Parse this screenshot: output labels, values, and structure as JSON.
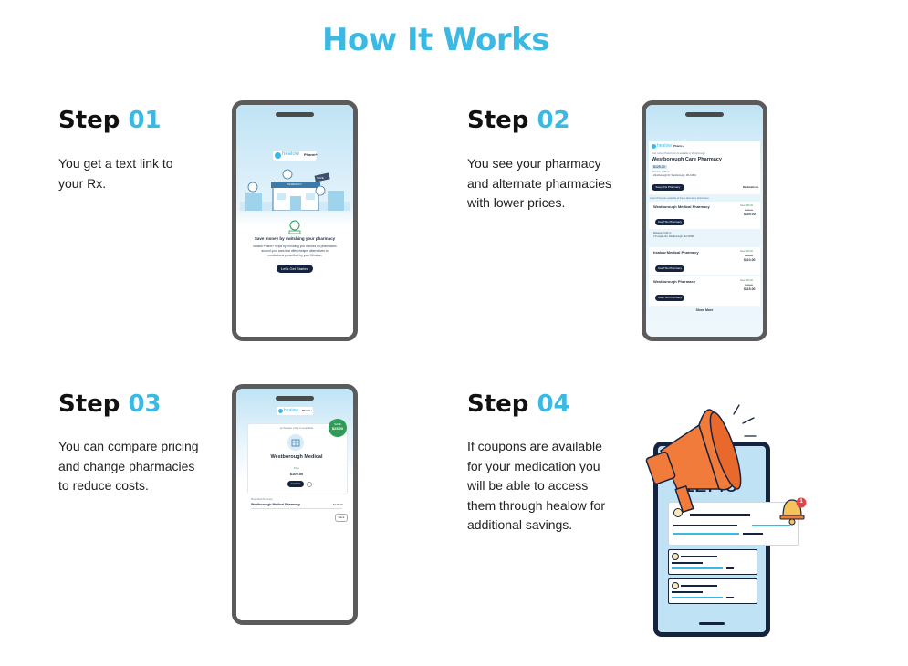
{
  "title": "How It Works",
  "steps": [
    {
      "word": "Step",
      "num": "01",
      "desc_lines": [
        "You get a text link to",
        "your Rx."
      ]
    },
    {
      "word": "Step",
      "num": "02",
      "desc_lines": [
        "You see your pharmacy",
        "and alternate pharmacies",
        "with lower prices."
      ]
    },
    {
      "word": "Step",
      "num": "03",
      "desc_lines": [
        "You can compare pricing",
        "and change pharmacies",
        "to reduce costs."
      ]
    },
    {
      "word": "Step",
      "num": "04",
      "desc_lines": [
        "If coupons are available",
        "for your medication you",
        "will be able to access",
        "them through healow for",
        "additional savings."
      ]
    }
  ],
  "phone1": {
    "brand": "healow",
    "brand_tag": "Pharm+",
    "sign": "PHARMACY",
    "save_tag": "SAVE",
    "headline": "Save money by switching your pharmacy",
    "body_lines": [
      "healow Pharm+ helps by providing you choices on pharmacies",
      "around your area that offer cheaper alternatives to",
      "medications prescribed by your Clinician"
    ],
    "cta": "Let's Get Started"
  },
  "phone2": {
    "brand": "healow",
    "brand_tag": "Pharm+",
    "caption": "Your current Prescription is available in Westborough",
    "current_name": "Westborough Care Pharmacy",
    "current_price": "$125.00",
    "current_addr_lines": [
      "Distance: 2.00 mi",
      "1 Westborough Dr, Westborough, MA 01581"
    ],
    "keep_button": "Keep this Pharmacy",
    "more_link": "Medications",
    "alt_caption": "Lower Prices are available at these alternative pharmacies",
    "alts": [
      {
        "name": "Westborough Medical Pharmacy",
        "save": "Save $25.00",
        "old": "$125.00",
        "price": "$100.00",
        "button": "Use This Pharmacy",
        "addr_lines": [
          "Distance: 3.00 mi",
          "2 Turnpike Rd, Westborough, MA 01581"
        ]
      },
      {
        "name": "healow Medical Pharmacy",
        "save": "Save $15.00",
        "old": "$125.00",
        "price": "$110.00",
        "button": "Use This Pharmacy"
      },
      {
        "name": "Westborough Pharmacy",
        "save": "Save $10.00",
        "old": "$125.00",
        "price": "$115.00",
        "button": "Use This Pharmacy"
      }
    ],
    "show_more": "Show More"
  },
  "phone3": {
    "brand": "healow",
    "brand_tag": "Pharm+",
    "card_caption": "A cheaper price is available",
    "badge_label": "SAVE",
    "badge_amount": "$25.00",
    "pharmacy_name": "Westborough Medical",
    "price_label": "Price",
    "price": "$100.00",
    "confirm": "Confirm",
    "prev_label": "Prescribed Pharmacy",
    "prev_name": "Westborough Medical Pharmacy",
    "prev_price": "$125.00",
    "back": "Back"
  },
  "phone4": {
    "display_value": "12.45",
    "notification_count": "1"
  },
  "colors": {
    "accent": "#3cb9e3",
    "text": "#111111",
    "navy": "#16233f",
    "orange": "#f07b3b",
    "bell": "#f5c25b"
  }
}
